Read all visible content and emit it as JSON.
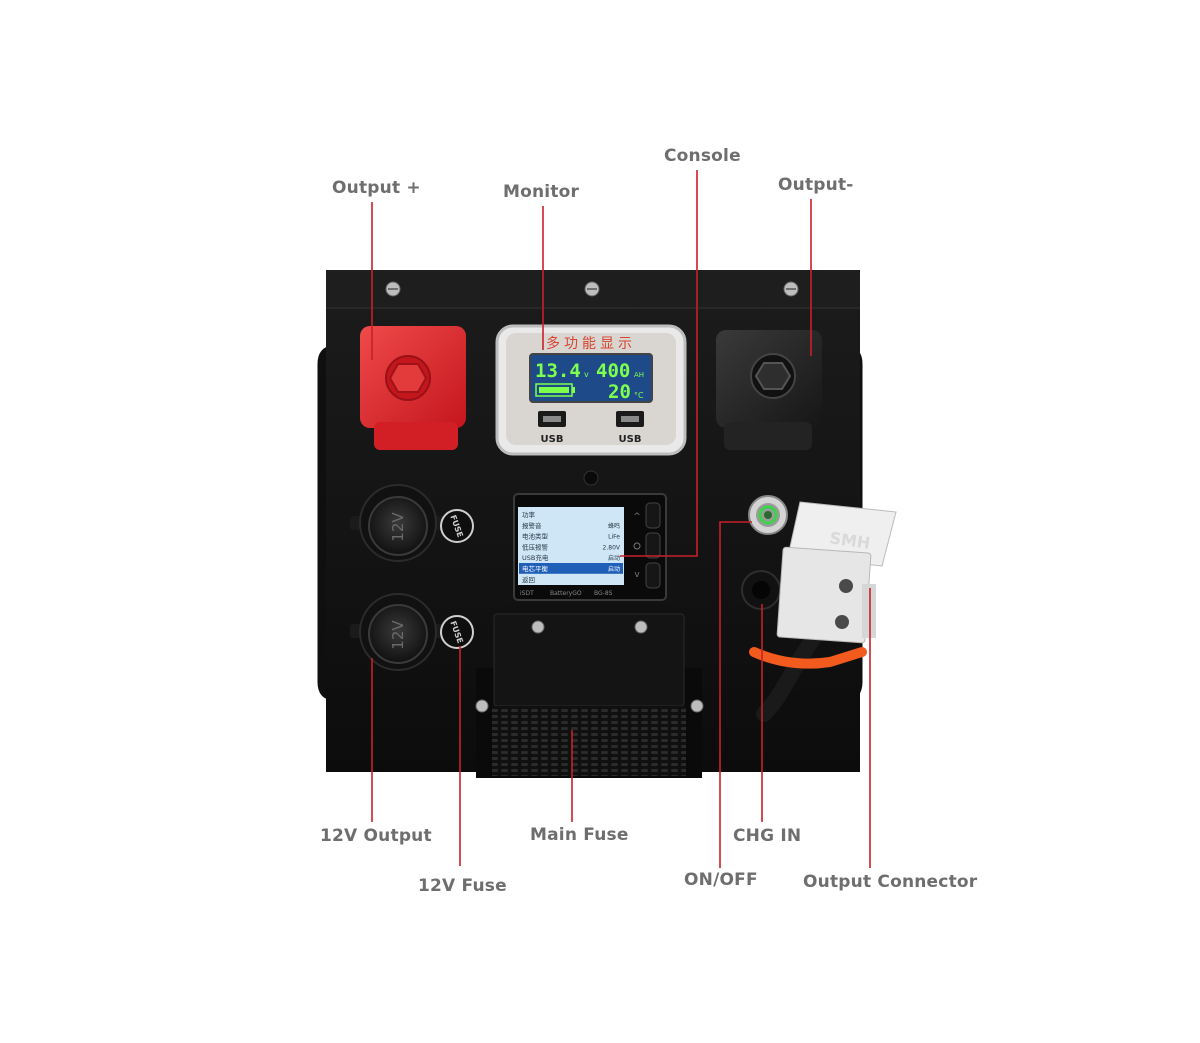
{
  "callouts": {
    "output_plus": "Output +",
    "monitor": "Monitor",
    "console": "Console",
    "output_minus": "Output-",
    "v12_output": "12V Output",
    "main_fuse": "Main Fuse",
    "chg_in": "CHG IN",
    "v12_fuse": "12V Fuse",
    "on_off": "ON/OFF",
    "output_connector": "Output Connector"
  },
  "monitor_panel": {
    "title_cn": "多功能显示",
    "voltage": "13.4",
    "voltage_unit": "v",
    "capacity": "400",
    "capacity_unit": "AH",
    "temperature": "20",
    "temperature_unit": "°C",
    "usb_left": "USB",
    "usb_right": "USB"
  },
  "console_panel": {
    "menu_items": [
      "功率",
      "报警音",
      "电池类型",
      "低压报警",
      "USB充电",
      "电芯平衡",
      "返回"
    ],
    "menu_values": [
      "",
      "蜂鸣",
      "LiFe",
      "2.80V",
      "启动",
      "启动",
      ""
    ],
    "selected_index": 5,
    "brand_left": "iSDT",
    "brand_mid": "BatteryGO",
    "brand_right": "BG-8S"
  },
  "socket_label": "12V",
  "fuse_label": "FUSE",
  "connector_brand": "SMH",
  "colors": {
    "callout_line": "#c8202a",
    "callout_text": "#6e6e6e",
    "case": "#141414",
    "positive_terminal": "#e2262b",
    "negative_terminal": "#2a2a2a",
    "lcd_bg": "#1f4a8a",
    "lcd_green": "#7dff4e",
    "console_screen": "#cfe6f6",
    "connector": "#e6e6e6",
    "cable_orange": "#f25a1e"
  }
}
